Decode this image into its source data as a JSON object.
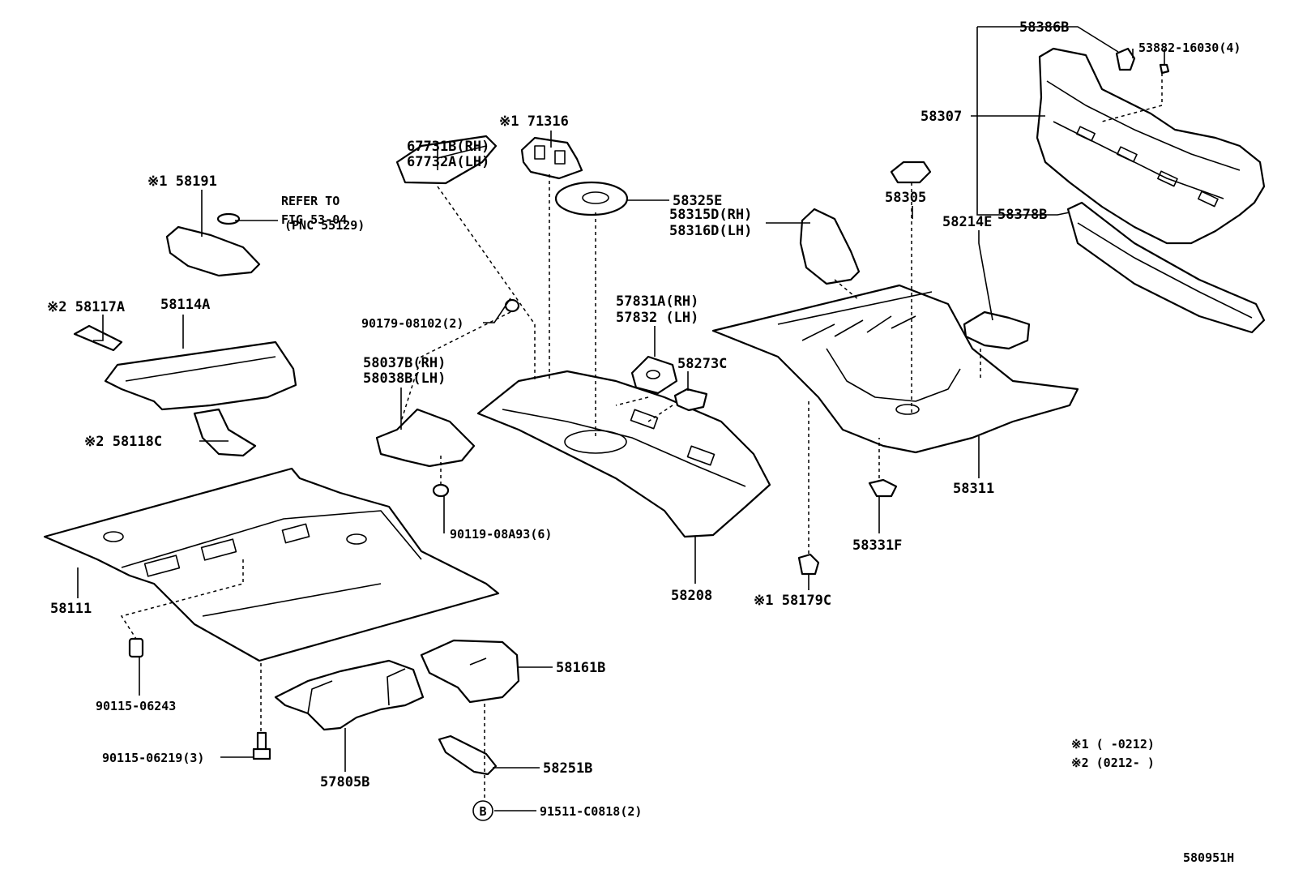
{
  "labels": {
    "p58386B": "58386B",
    "p53882": "53882-16030(4)",
    "p58307": "58307",
    "p58378B": "58378B",
    "p71316": "※1 71316",
    "p67731B": "67731B(RH)",
    "p67732A": "67732A(LH)",
    "p58191": "※1 58191",
    "refer1": "REFER TO",
    "refer2": "FIG 53-04",
    "refer3": "(PNC 55129)",
    "p58117A": "※2 58117A",
    "p58114A": "58114A",
    "p58118C": "※2 58118C",
    "p58111": "58111",
    "p90115_06243": "90115-06243",
    "p90115_06219": "90115-06219(3)",
    "p57805B": "57805B",
    "p58161B": "58161B",
    "p58251B": "58251B",
    "p91511": "91511-C0818(2)",
    "bMarker": "B",
    "p90179": "90179-08102(2)",
    "p58037B": "58037B(RH)",
    "p58038B": "58038B(LH)",
    "p90119": "90119-08A93(6)",
    "p58325E": "58325E",
    "p57831A": "57831A(RH)",
    "p57832": "57832  (LH)",
    "p58273C": "58273C",
    "p58208": "58208",
    "p58315D": "58315D(RH)",
    "p58316D": "58316D(LH)",
    "p58305": "58305",
    "p58214E": "58214E",
    "p58311": "58311",
    "p58331F": "58331F",
    "p58179C": "※1 58179C",
    "note1": "※1 (     -0212)",
    "note2": "※2 (0212-     )",
    "figcode": "580951H"
  }
}
